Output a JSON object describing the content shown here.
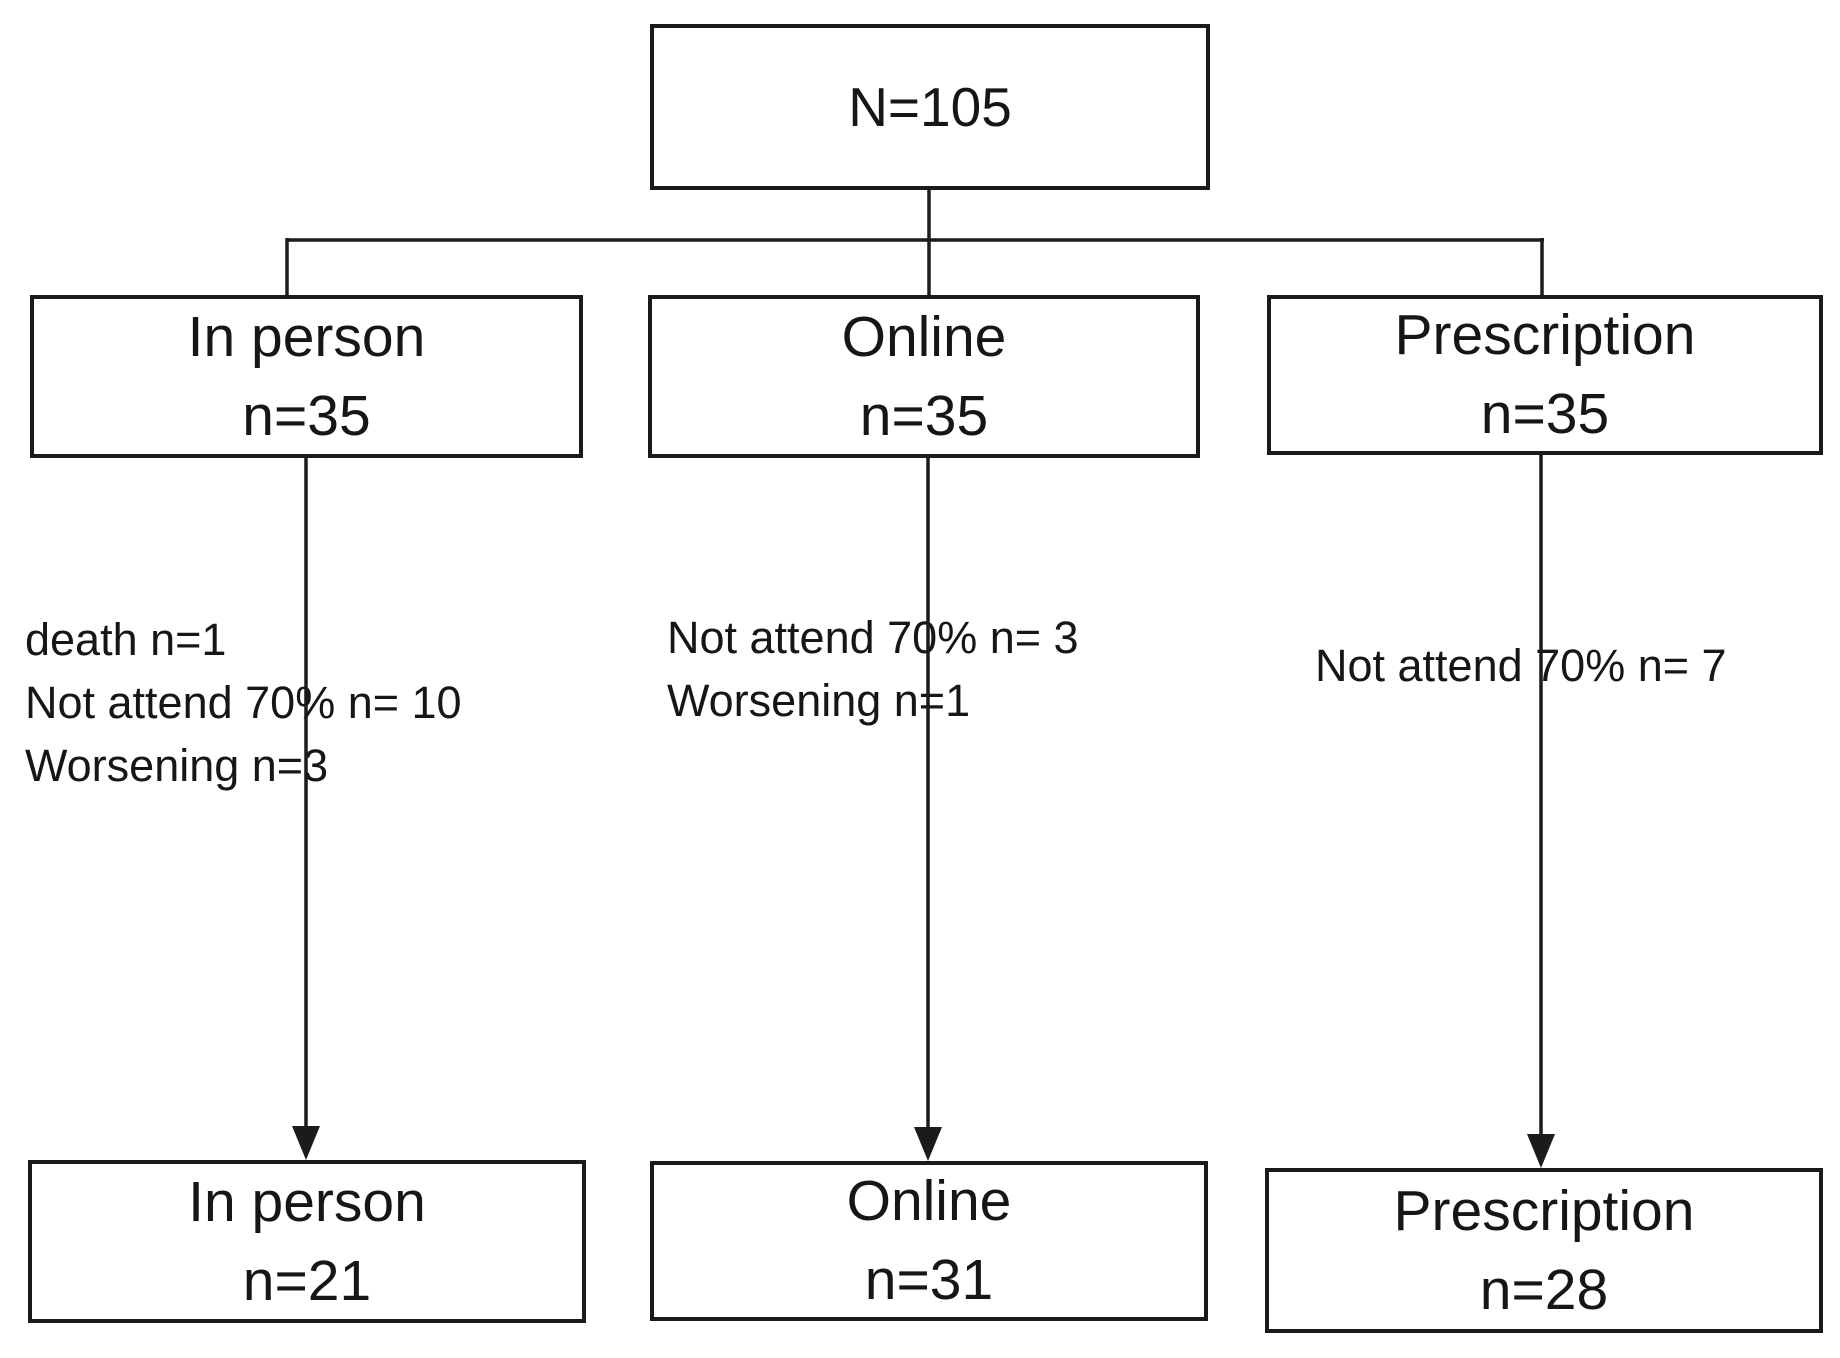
{
  "figure": {
    "type": "participant-flow-diagram",
    "background_color": "#ffffff",
    "line_color": "#1b1b1b",
    "text_color": "#161616"
  },
  "flow": {
    "enrollment": {
      "label": "N=105"
    },
    "arms": [
      {
        "name": "in-person",
        "allocated": {
          "title": "In person",
          "n": "n=35"
        },
        "dropouts": [
          "death n=1",
          "Not attend 70% n= 10",
          "Worsening n=3"
        ],
        "completed": {
          "title": "In person",
          "n": "n=21"
        }
      },
      {
        "name": "online",
        "allocated": {
          "title": "Online",
          "n": "n=35"
        },
        "dropouts": [
          "Not attend 70% n= 3",
          "Worsening n=1"
        ],
        "completed": {
          "title": "Online",
          "n": "n=31"
        }
      },
      {
        "name": "prescription",
        "allocated": {
          "title": "Prescription",
          "n": "n=35"
        },
        "dropouts": [
          "Not attend 70% n= 7"
        ],
        "completed": {
          "title": "Prescription",
          "n": "n=28"
        }
      }
    ]
  }
}
